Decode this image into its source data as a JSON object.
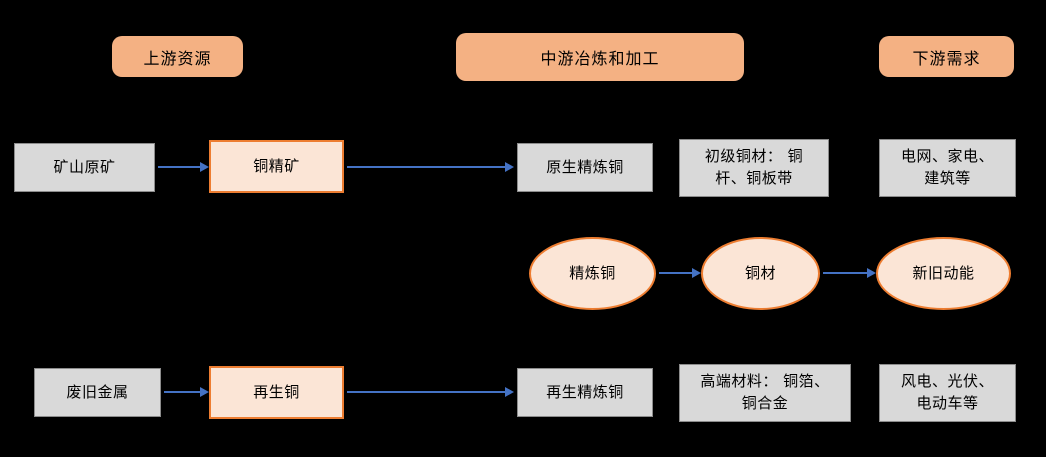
{
  "colors": {
    "background": "#000000",
    "header_fill": "#F4B183",
    "header_text": "#000000",
    "peach_fill": "#FBE5D6",
    "orange_border": "#ED7D31",
    "gray_fill": "#D9D9D9",
    "gray_border": "#8C8C8C",
    "arrow": "#4472C4",
    "text": "#000000"
  },
  "headers": {
    "upstream": "上游资源",
    "midstream": "中游冶炼和加工",
    "downstream": "下游需求"
  },
  "nodes": {
    "mine_ore": "矿山原矿",
    "copper_concentrate": "铜精矿",
    "primary_refined_copper": "原生精炼铜",
    "primary_products_lines": [
      "初级铜材： 铜",
      "杆、铜板带"
    ],
    "primary_demand_lines": [
      "电网、家电、",
      "建筑等"
    ],
    "refined_copper": "精炼铜",
    "copper_material": "铜材",
    "new_old_drivers": "新旧动能",
    "scrap_metal": "废旧金属",
    "recycled_copper": "再生铜",
    "recycled_refined_copper": "再生精炼铜",
    "highend_materials_lines": [
      "高端材料： 铜箔、",
      "铜合金"
    ],
    "recycled_demand_lines": [
      "风电、光伏、",
      "电动车等"
    ]
  }
}
